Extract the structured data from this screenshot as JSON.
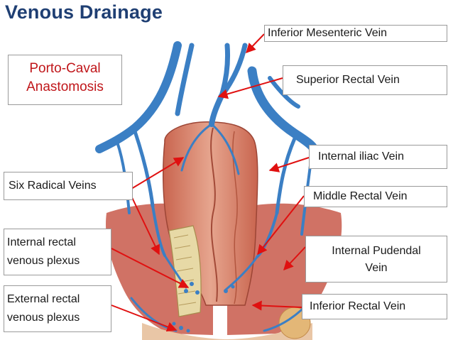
{
  "title": "Venous Drainage",
  "concept_box": {
    "line1": "Porto-Caval",
    "line2": "Anastomosis"
  },
  "labels": {
    "inferior_mesenteric": "Inferior Mesenteric Vein",
    "superior_rectal": "Superior Rectal Vein",
    "internal_iliac": "Internal iliac Vein",
    "middle_rectal": "Middle Rectal Vein",
    "internal_pudendal_line1": "Internal Pudendal",
    "internal_pudendal_line2": "Vein",
    "inferior_rectal": "Inferior Rectal Vein",
    "six_radical": "Six Radical Veins",
    "internal_plexus_line1": "Internal rectal",
    "internal_plexus_line2": "venous plexus",
    "external_plexus_line1": "External rectal",
    "external_plexus_line2": "venous plexus"
  },
  "colors": {
    "title": "#1f3f73",
    "concept_text": "#c0161a",
    "arrow": "#e01010",
    "vein": "#3b7fc4",
    "rectum_wall": "#d4826a",
    "muscle": "#c8594a"
  }
}
